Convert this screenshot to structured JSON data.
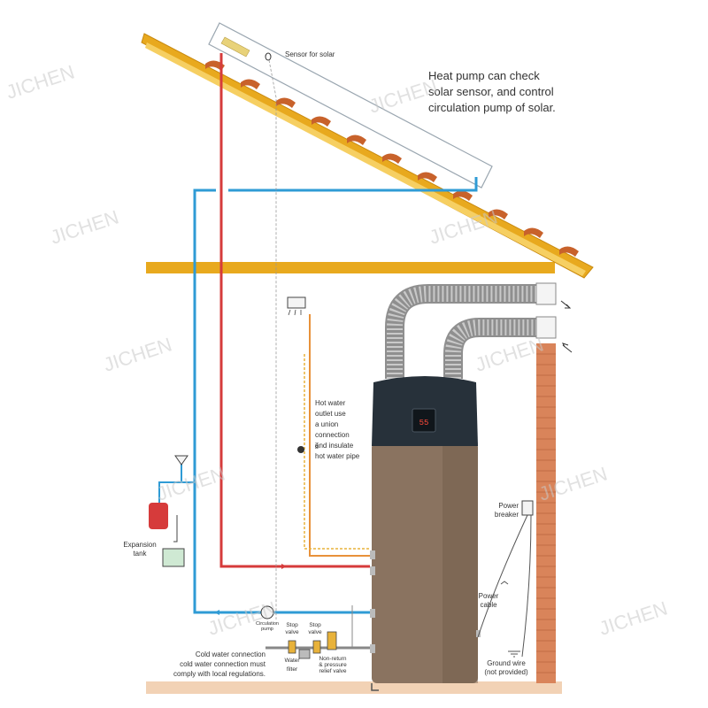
{
  "diagram": {
    "headline": [
      "Heat pump can check",
      "solar sensor, and control",
      "circulation pump of solar."
    ],
    "labels": {
      "sensor": "Sensor for solar",
      "hot_water": [
        "Hot water",
        "outlet use",
        "a union",
        "connection",
        "and insulate",
        "hot water pipe"
      ],
      "expansion_tank": [
        "Expansion",
        "tank"
      ],
      "circulation_pump": [
        "Circulation",
        "pump"
      ],
      "stop_valve_1": [
        "Stop",
        "valve"
      ],
      "stop_valve_2": [
        "Stop",
        "valve"
      ],
      "water_filter": [
        "Water",
        "filter"
      ],
      "non_return": [
        "Non-return",
        "& pressure",
        "relief valve"
      ],
      "cold_water": [
        "Cold water connection",
        "cold water connection must",
        "comply with local regulations."
      ],
      "power_breaker": [
        "Power",
        "breaker"
      ],
      "power_cable": [
        "Power",
        "cable"
      ],
      "ground_wire": [
        "Ground wire",
        "(not provided)"
      ]
    },
    "watermark": "JICHEN",
    "display_readout": "55"
  },
  "colors": {
    "roof": "#e8a91e",
    "tile": "#c8622b",
    "brick": "#d9845a",
    "hot_pipe": "#d63b3b",
    "cold_pipe": "#2f9bd5",
    "tank_body": "#8a7360",
    "tank_top": "#27313a",
    "duct": "#9a9a9a"
  }
}
